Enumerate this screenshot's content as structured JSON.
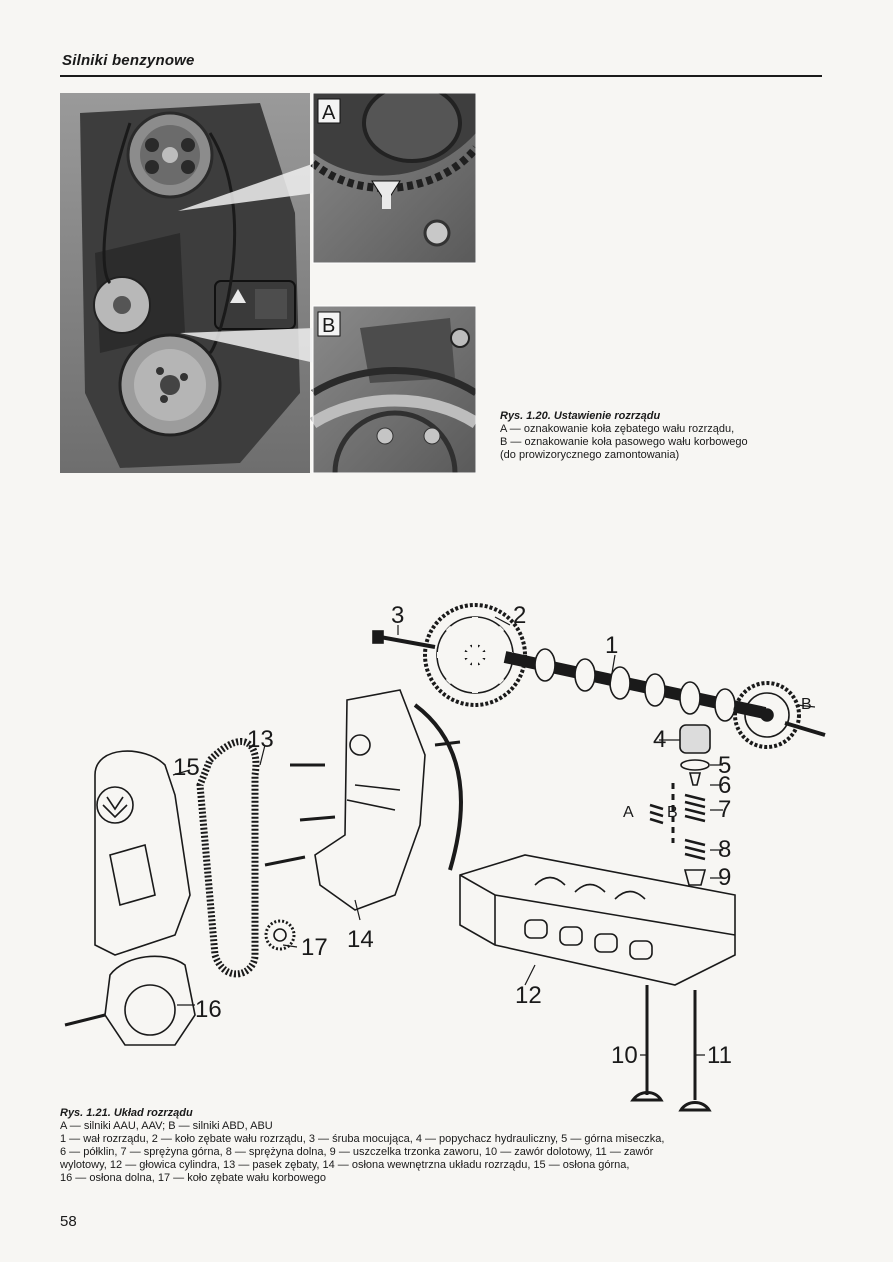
{
  "header": {
    "title": "Silniki benzynowe"
  },
  "figure1": {
    "panel_labels": {
      "a": "A",
      "b": "B"
    },
    "caption_title": "Rys. 1.20. Ustawienie rozrządu",
    "caption_lines": [
      "A — oznakowanie koła zębatego wału rozrządu,",
      "B — oznakowanie koła pasowego wału korbowego",
      "(do prowizorycznego zamontowania)"
    ]
  },
  "figure2": {
    "callouts": {
      "n1": "1",
      "n2": "2",
      "n3": "3",
      "n4": "4",
      "n5": "5",
      "n6": "6",
      "n7": "7",
      "n8": "8",
      "n9": "9",
      "n10": "10",
      "n11": "11",
      "n12": "12",
      "n13": "13",
      "n14": "14",
      "n15": "15",
      "n16": "16",
      "n17": "17",
      "a": "A",
      "b": "B",
      "b2": "B"
    },
    "caption_title": "Rys. 1.21. Układ rozrządu",
    "caption_lines": [
      "A — silniki AAU, AAV; B — silniki ABD, ABU",
      "1 — wał rozrządu, 2 — koło zębate wału rozrządu, 3 — śruba mocująca, 4 — popychacz hydrauliczny, 5 — górna miseczka,",
      "6 — półklin, 7 — sprężyna górna, 8 — sprężyna dolna, 9 — uszczelka trzonka zaworu, 10 — zawór dolotowy, 11 — zawór",
      "wylotowy, 12 — głowica cylindra, 13 — pasek zębaty, 14 — osłona wewnętrzna układu rozrządu, 15 — osłona górna,",
      "16 — osłona dolna, 17 — koło zębate wału korbowego"
    ]
  },
  "page_number": "58"
}
